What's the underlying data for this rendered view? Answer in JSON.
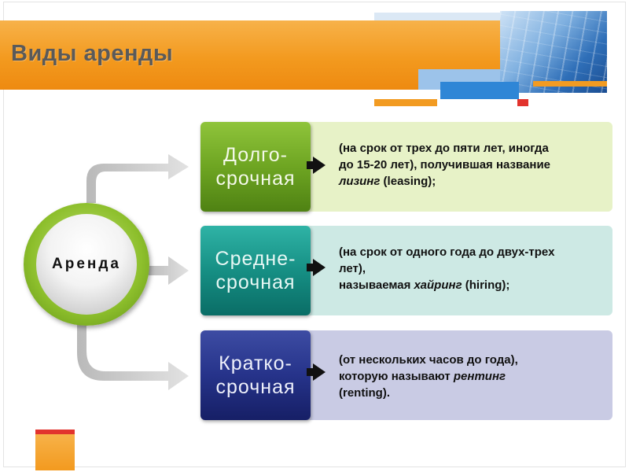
{
  "header": {
    "title": "Виды аренды"
  },
  "center": {
    "label": "Аренда"
  },
  "rows": [
    {
      "label_line1": "Долго-",
      "label_line2": "срочная",
      "text_line1": "(на срок от трех до пяти лет, иногда",
      "text_line2": "до 15-20 лет), получившая название",
      "text_em": "лизинг",
      "text_after_em": " (leasing);",
      "text_before_em": ""
    },
    {
      "label_line1": "Средне-",
      "label_line2": "срочная",
      "text_line1": "(на срок от одного года до двух-трех",
      "text_line2": "лет),",
      "text_before_em": "называемая ",
      "text_em": "хайринг",
      "text_after_em": " (hiring);"
    },
    {
      "label_line1": "Кратко-",
      "label_line2": "срочная",
      "text_line1": "(от нескольких часов до года),",
      "text_before_em": "которую называют ",
      "text_em": "рентинг",
      "text_line3": "(renting)."
    }
  ],
  "colors": {
    "header_orange": "#f39a1f",
    "row1_accent": "#6ea522",
    "row2_accent": "#168f84",
    "row3_accent": "#26338a"
  }
}
